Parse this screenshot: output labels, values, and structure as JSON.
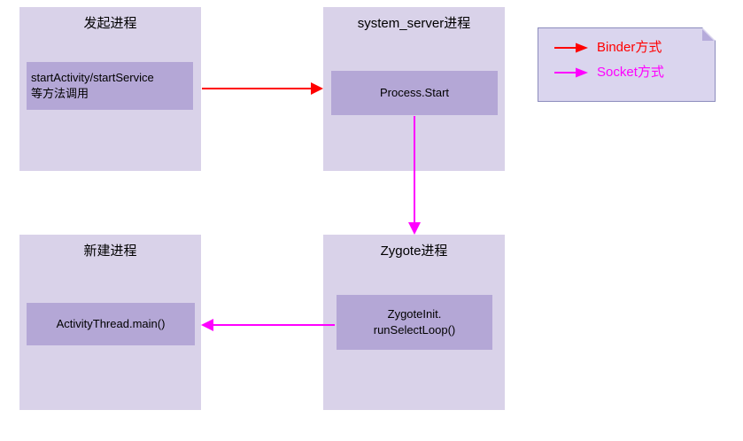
{
  "colors": {
    "outer_box": "#d9d2e9",
    "inner_box": "#b4a7d6",
    "binder": "#ff0000",
    "socket": "#ff00ff",
    "legend_bg": "#dad5ee",
    "legend_border": "#8c8cbd",
    "text": "#000000"
  },
  "boxes": {
    "initiator": {
      "title": "发起进程",
      "inner_line1": "startActivity/startService",
      "inner_line2": "等方法调用"
    },
    "system_server": {
      "title": "system_server进程",
      "inner": "Process.Start"
    },
    "zygote": {
      "title": "Zygote进程",
      "inner_line1": "ZygoteInit.",
      "inner_line2": "runSelectLoop()"
    },
    "new_process": {
      "title": "新建进程",
      "inner": "ActivityThread.main()"
    }
  },
  "legend": {
    "binder_label": "Binder方式",
    "socket_label": "Socket方式"
  }
}
